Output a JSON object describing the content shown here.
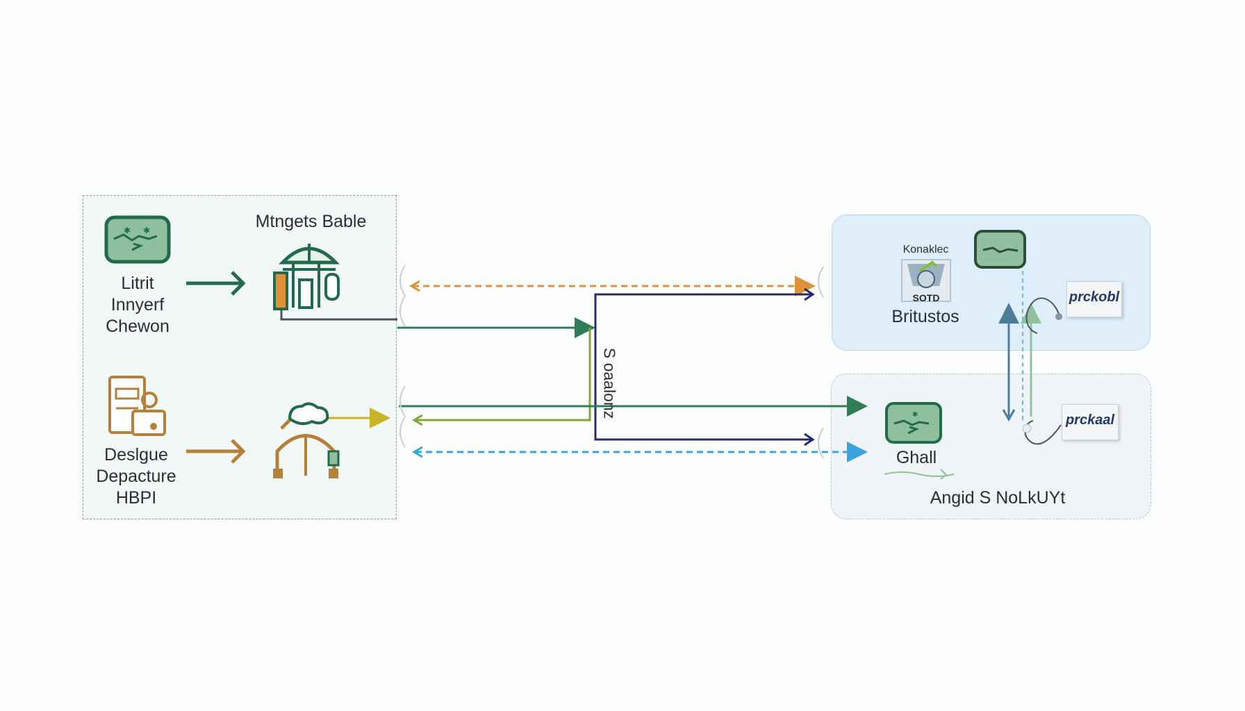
{
  "left_panel": {
    "source_top": [
      "Litrit",
      "Innyerf",
      "Chewon"
    ],
    "source_top_icon": "monitor-icon",
    "target_top": "Mtngets Bable",
    "target_top_icon": "irrigation-station-icon",
    "source_bottom": [
      "Deslgue",
      "Depacture",
      "HBPI"
    ],
    "source_bottom_icon": "document-scanner-icon",
    "target_bottom_icon": "cloud-facility-icon"
  },
  "center": {
    "vertical_label": "S oaalonz"
  },
  "right_top_panel": {
    "logo_caption": "Konaklec",
    "logo_text": "SOTD",
    "logo_icon": "seal-logo-icon",
    "name": "Britustos",
    "monitor_icon": "monitor-icon",
    "tag_label": "prckobl"
  },
  "right_bottom_panel": {
    "name": "Ghall",
    "monitor_icon": "monitor-icon",
    "footer": "Angid S NoLkUYt",
    "tag_label": "prckaal"
  },
  "colors": {
    "dark_green": "#1f6b4a",
    "green": "#2f7d57",
    "lime": "#7fa83a",
    "yellow": "#c9b326",
    "orange": "#e0913a",
    "brown": "#b5803a",
    "navy": "#222c6d",
    "blue_dashed": "#3aa4db",
    "gray": "#4a5560"
  }
}
